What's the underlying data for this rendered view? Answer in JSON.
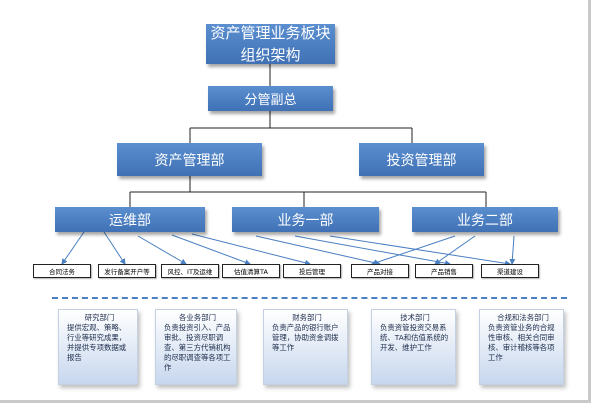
{
  "colors": {
    "box_top": "#5b8fd0",
    "box_bottom": "#3f71b4",
    "connector": "#4a7fc2",
    "dashed_line": "#4a7fc2"
  },
  "top": {
    "line1": "资产管理业务板块",
    "line2": "组织架构"
  },
  "vice_gm": "分管副总",
  "departments": {
    "asset_mgmt": "资产管理部",
    "investment_mgmt": "投资管理部"
  },
  "divisions": {
    "operations": "运维部",
    "business_one": "业务一部",
    "business_two": "业务二部"
  },
  "tasks": [
    "合同法务",
    "发行备案开户等",
    "风控、IT及运维",
    "估值清算TA",
    "投后管理",
    "产品对接",
    "产品销售",
    "渠道建设"
  ],
  "support": [
    {
      "title": "研究部门",
      "text": "提供宏观、策略、行业等研究成果，并提供专项数据或报告"
    },
    {
      "title": "各业务部门",
      "text": "负责投资引入、产品审批、投资尽职调查、第三方代销机构的尽职调查等各项工作"
    },
    {
      "title": "财务部门",
      "text": "负责产品的银行账户管理，协助资金调拨等工作"
    },
    {
      "title": "技术部门",
      "text": "负责资管投资交易系统、TA和估值系统的开发、维护工作"
    },
    {
      "title": "合规和法务部门",
      "text": "负责资管业务的合规性审核、相关合同审核、审计稽核等各项工作"
    }
  ]
}
